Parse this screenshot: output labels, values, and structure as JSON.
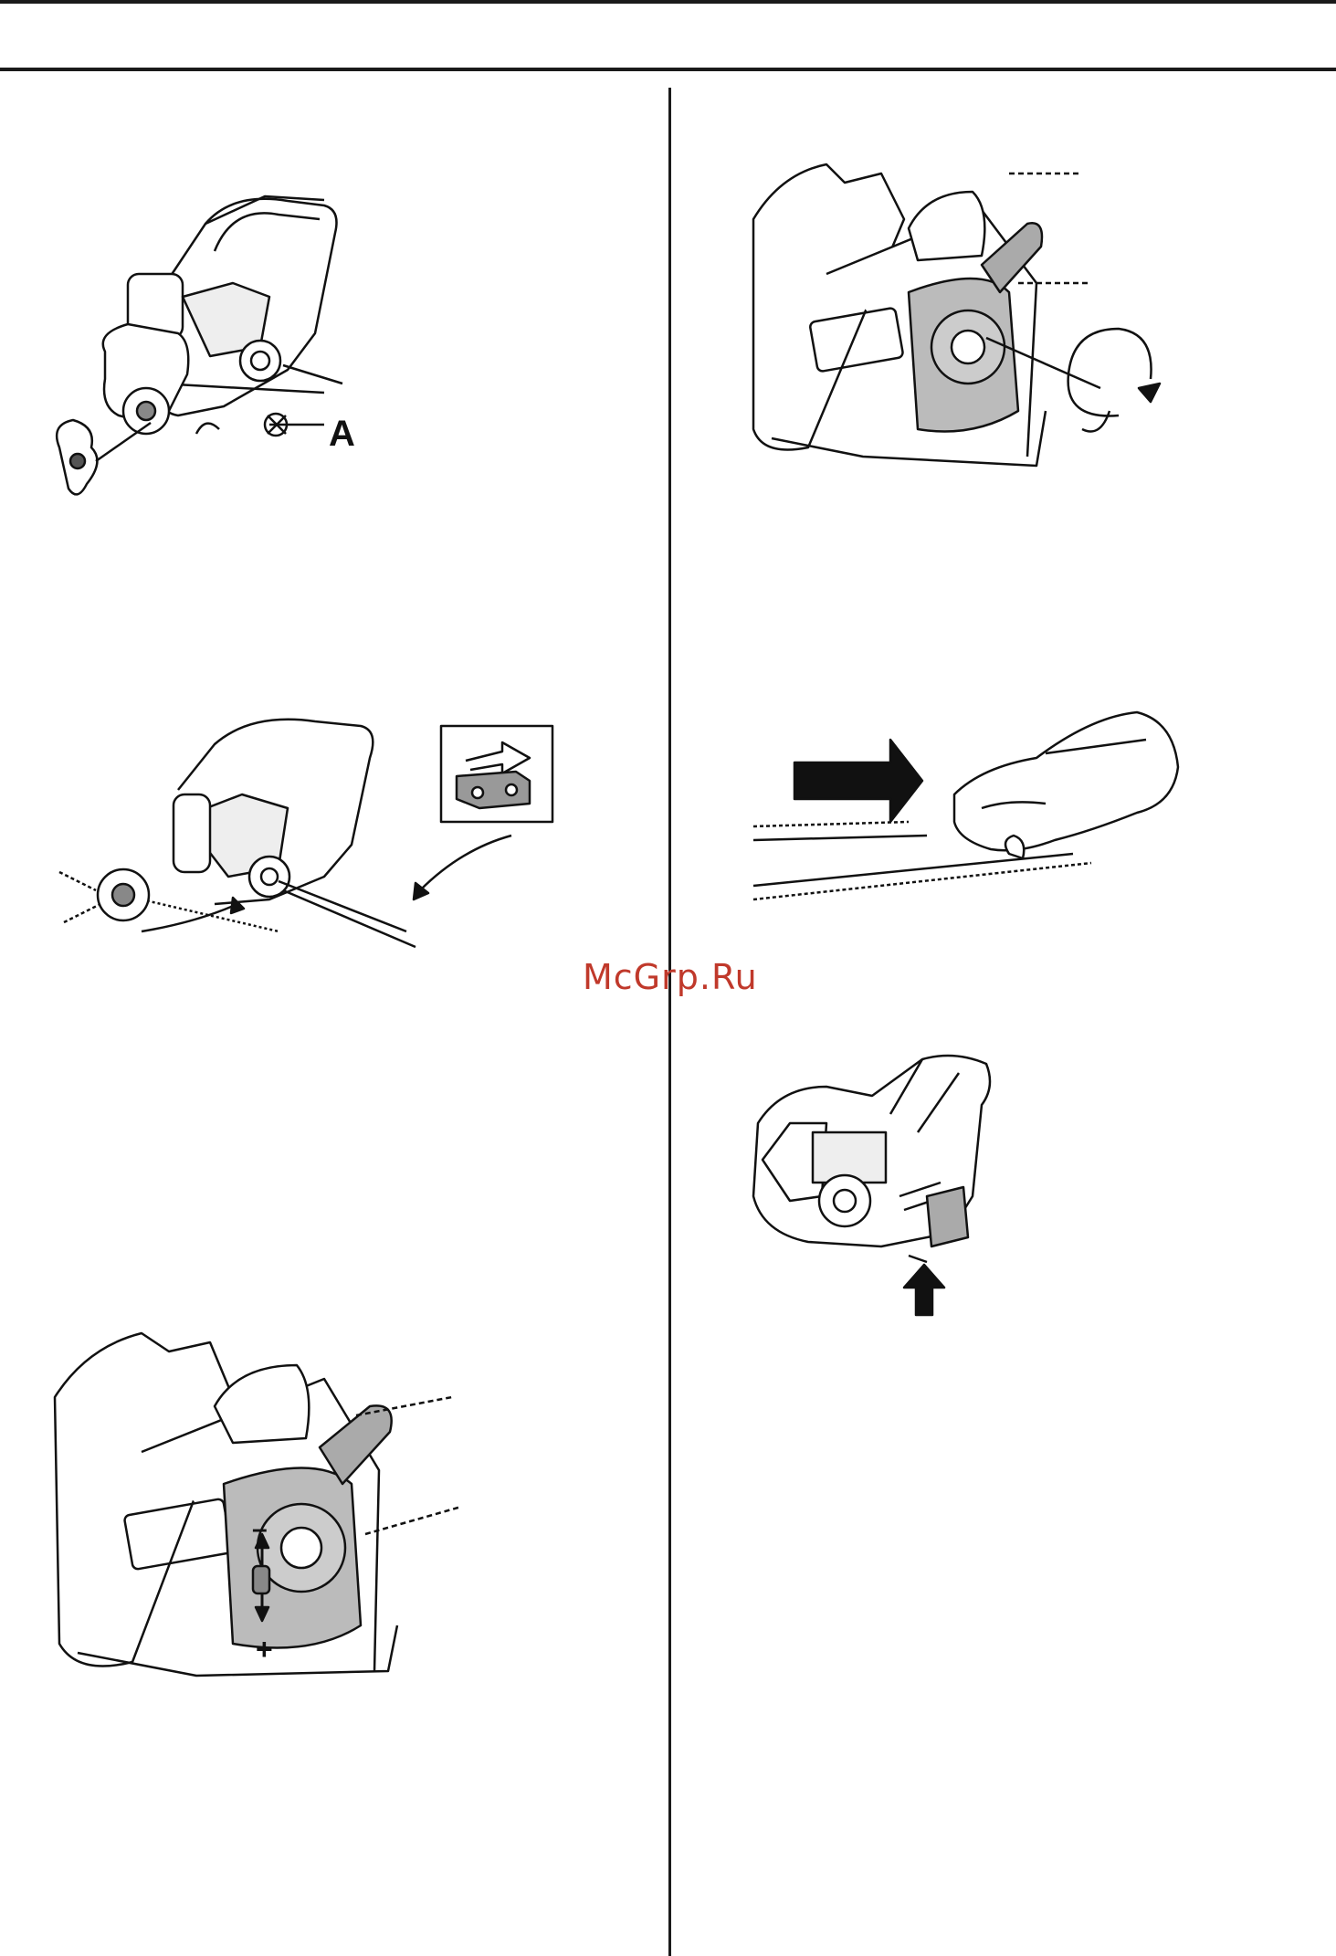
{
  "watermark": {
    "text": "McGrp.Ru",
    "color": "#c0392b"
  },
  "labels": {
    "marker_a": "A",
    "minus": "–",
    "plus": "+"
  },
  "figures": [
    {
      "id": "fig-cover-removed",
      "icon": "chainsaw-cover-removed-illustration"
    },
    {
      "id": "fig-tensioner-knob-turn",
      "icon": "tension-knob-rotate-illustration"
    },
    {
      "id": "fig-chain-fitting",
      "icon": "chain-and-sprocket-illustration"
    },
    {
      "id": "fig-glove-pull-chain",
      "icon": "gloved-hand-chain-check-illustration"
    },
    {
      "id": "fig-tension-adjust",
      "icon": "tension-adjust-plus-minus-illustration"
    },
    {
      "id": "fig-chain-brake",
      "icon": "chain-catcher-arrow-illustration"
    }
  ]
}
